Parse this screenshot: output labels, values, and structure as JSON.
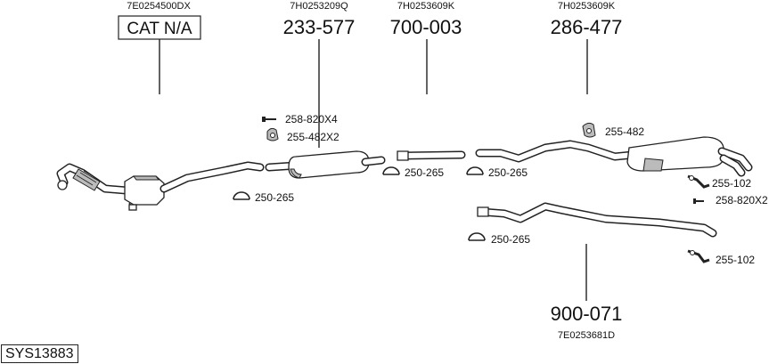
{
  "system_id": "SYS13883",
  "callouts": [
    {
      "code": "7E0254500DX",
      "part": "CAT N/A",
      "boxed": true
    },
    {
      "code": "7H0253209Q",
      "part": "233-577"
    },
    {
      "code": "7H0253609K",
      "part": "700-003"
    },
    {
      "code": "7H0253609K",
      "part": "286-477"
    },
    {
      "code": "7E0253681D",
      "part": "900-071"
    }
  ],
  "small_parts": [
    "258-820X4",
    "255-482X2",
    "250-265",
    "250-265",
    "250-265",
    "255-482",
    "255-102",
    "258-820X2",
    "250-265",
    "255-102"
  ]
}
